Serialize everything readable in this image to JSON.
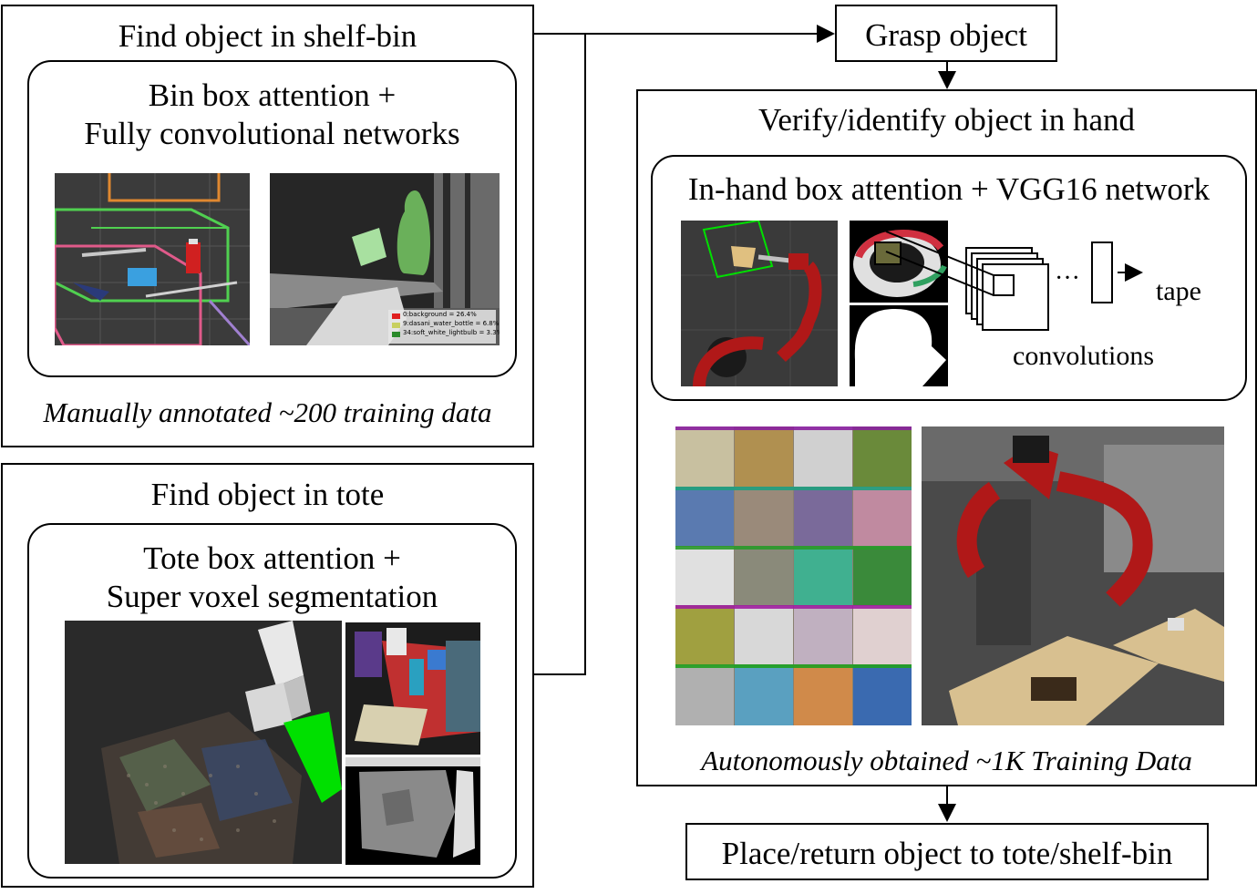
{
  "shelf": {
    "title": "Find object in shelf-bin",
    "method_line1": "Bin box attention +",
    "method_line2": "Fully convolutional networks",
    "caption": "Manually annotated ~200 training data",
    "legend": [
      "0:background = 26.4%",
      "9:dasani_water_bottle = 6.8%",
      "34:soft_white_lightbulb = 3.3%"
    ],
    "legend_colors": [
      "#e02020",
      "#c8d060",
      "#2a8a2a"
    ]
  },
  "tote": {
    "title": "Find object in tote",
    "method_line1": "Tote box attention +",
    "method_line2": "Super voxel segmentation"
  },
  "grasp": {
    "label": "Grasp object"
  },
  "verify": {
    "title": "Verify/identify object in hand",
    "method": "In-hand box attention + VGG16 network",
    "ellipsis": "···",
    "output": "tape",
    "conv_label": "convolutions",
    "caption": "Autonomously obtained  ~1K Training Data"
  },
  "place": {
    "label": "Place/return object to tote/shelf-bin"
  },
  "colors": {
    "accent_green": "#00e000",
    "robot_red": "#b01818",
    "grid_bg": "#3a3a3a"
  }
}
